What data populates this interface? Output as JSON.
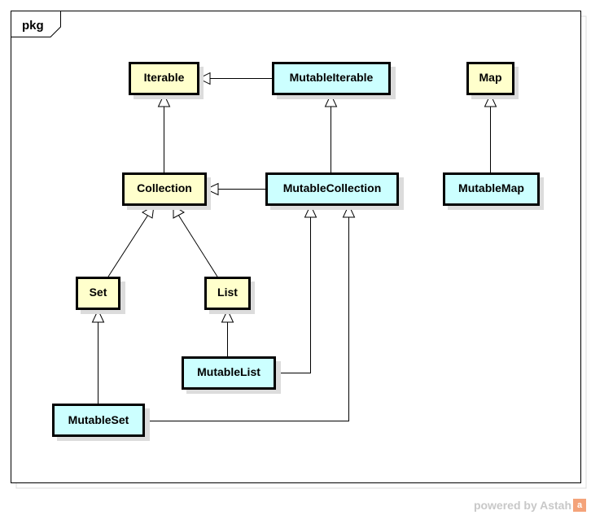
{
  "frame": {
    "label": "pkg"
  },
  "colors": {
    "interface_fill": "#ffffcc",
    "mutable_fill": "#ccffff",
    "border": "#000000",
    "shadow": "#dcdcdc"
  },
  "classes": [
    {
      "id": "iterable",
      "name": "Iterable",
      "kind": "interface"
    },
    {
      "id": "mutable-iterable",
      "name": "MutableIterable",
      "kind": "mutable"
    },
    {
      "id": "map",
      "name": "Map",
      "kind": "interface"
    },
    {
      "id": "collection",
      "name": "Collection",
      "kind": "interface"
    },
    {
      "id": "mutable-collection",
      "name": "MutableCollection",
      "kind": "mutable"
    },
    {
      "id": "mutable-map",
      "name": "MutableMap",
      "kind": "mutable"
    },
    {
      "id": "set",
      "name": "Set",
      "kind": "interface"
    },
    {
      "id": "list",
      "name": "List",
      "kind": "interface"
    },
    {
      "id": "mutable-list",
      "name": "MutableList",
      "kind": "mutable"
    },
    {
      "id": "mutable-set",
      "name": "MutableSet",
      "kind": "mutable"
    }
  ],
  "relations": [
    {
      "from": "MutableIterable",
      "to": "Iterable",
      "type": "generalization"
    },
    {
      "from": "Collection",
      "to": "Iterable",
      "type": "generalization"
    },
    {
      "from": "MutableCollection",
      "to": "MutableIterable",
      "type": "generalization"
    },
    {
      "from": "MutableCollection",
      "to": "Collection",
      "type": "generalization"
    },
    {
      "from": "MutableMap",
      "to": "Map",
      "type": "generalization"
    },
    {
      "from": "Set",
      "to": "Collection",
      "type": "generalization"
    },
    {
      "from": "List",
      "to": "Collection",
      "type": "generalization"
    },
    {
      "from": "MutableList",
      "to": "List",
      "type": "generalization"
    },
    {
      "from": "MutableList",
      "to": "MutableCollection",
      "type": "generalization"
    },
    {
      "from": "MutableSet",
      "to": "Set",
      "type": "generalization"
    },
    {
      "from": "MutableSet",
      "to": "MutableCollection",
      "type": "generalization"
    }
  ],
  "footer": {
    "text": "powered by Astah",
    "logo": "a"
  }
}
